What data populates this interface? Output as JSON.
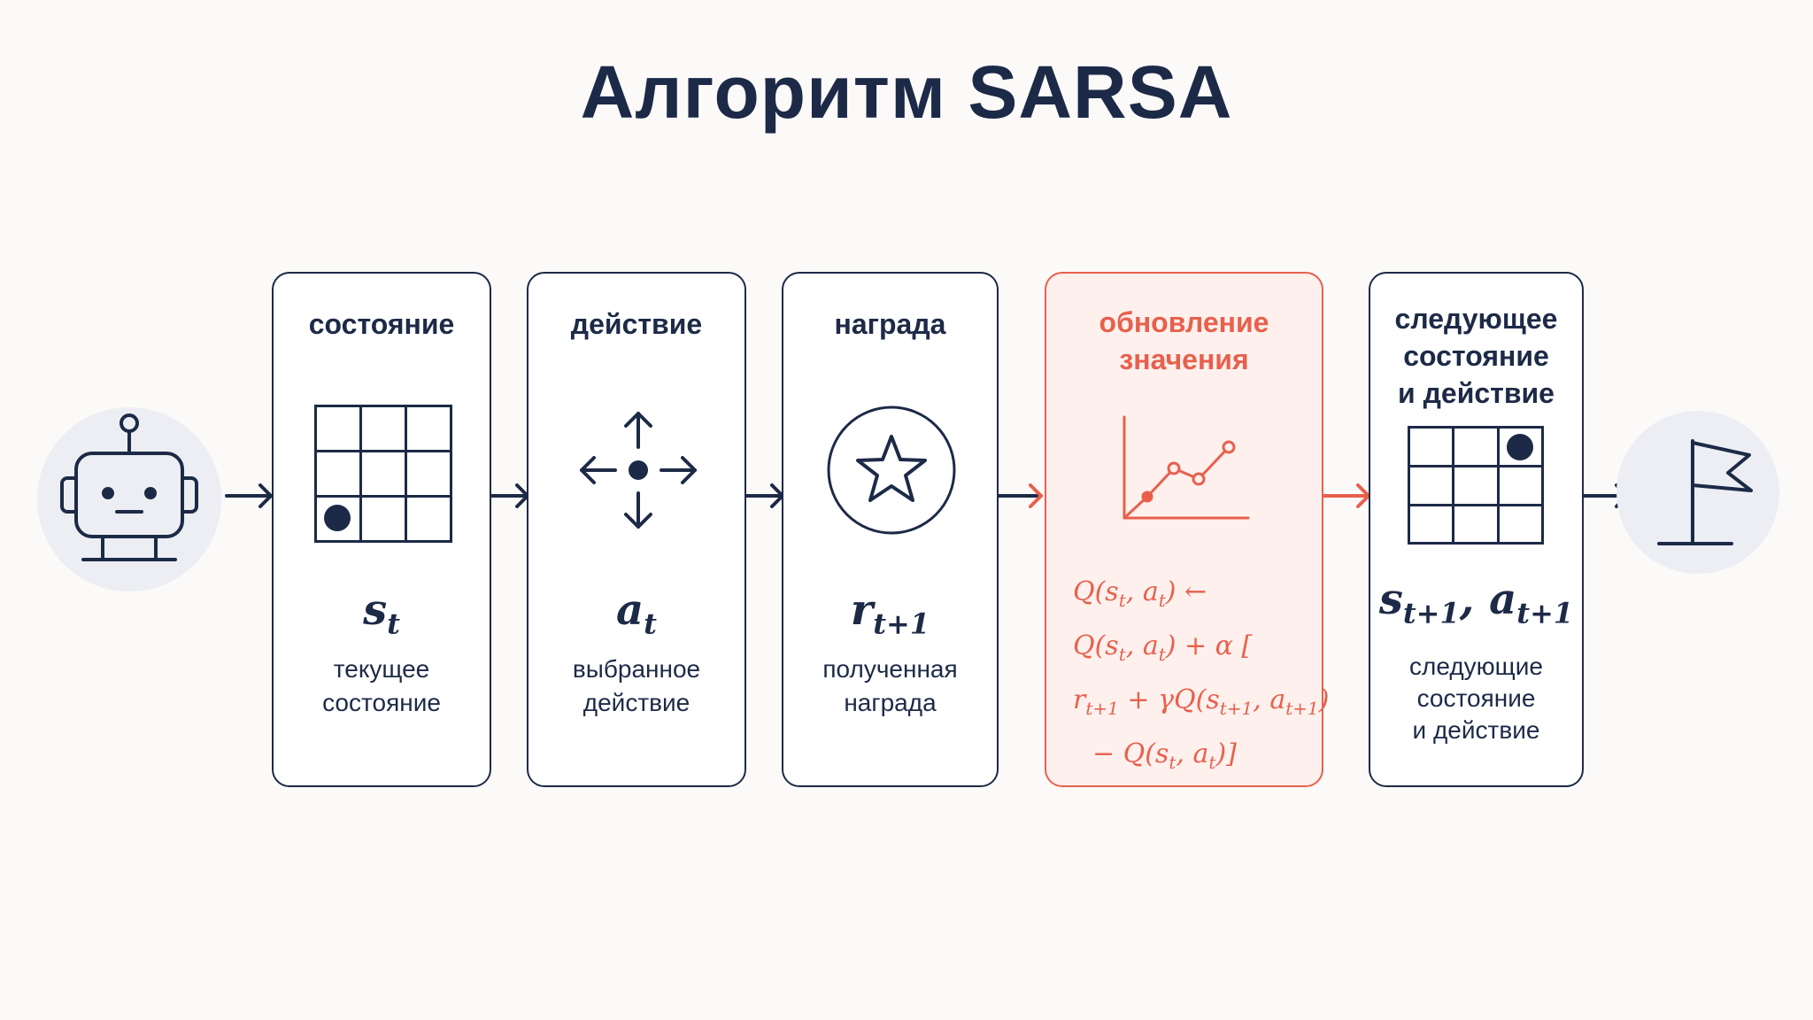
{
  "title": "Алгоритм SARSA",
  "cards": [
    {
      "title_lines": [
        "состояние"
      ],
      "symbol": "s",
      "symbol_sub": "t",
      "desc_lines": [
        "текущее",
        "состояние"
      ]
    },
    {
      "title_lines": [
        "действие"
      ],
      "symbol": "a",
      "symbol_sub": "t",
      "desc_lines": [
        "выбранное",
        "действие"
      ]
    },
    {
      "title_lines": [
        "награда"
      ],
      "symbol": "r",
      "symbol_sub": "t+1",
      "desc_lines": [
        "полученная",
        "награда"
      ]
    },
    {
      "title_lines": [
        "обновление",
        "значения"
      ],
      "formula_lines": [
        "Q(s<sub>t</sub>, a<sub>t</sub>) ←",
        "Q(s<sub>t</sub>, a<sub>t</sub>) + α [",
        "r<sub>t+1</sub> + γQ(s<sub>t+1</sub>, a<sub>t+1</sub>)",
        "− Q(s<sub>t</sub>, a<sub>t</sub>)]"
      ]
    },
    {
      "title_lines": [
        "следующее",
        "состояние",
        "и действие"
      ],
      "symbol": "s",
      "symbol_sub": "t+1",
      "symbol2": "a",
      "symbol2_sub": "t+1",
      "desc_lines": [
        "следующие",
        "состояние",
        "и действие"
      ]
    }
  ],
  "icons": [
    "robot-icon",
    "grid-icon",
    "move-arrows-icon",
    "star-icon",
    "line-chart-icon",
    "grid-icon",
    "flag-icon"
  ],
  "colors": {
    "primary": "#1d2a47",
    "accent": "#e8604c",
    "background": "#fbfaf8"
  }
}
